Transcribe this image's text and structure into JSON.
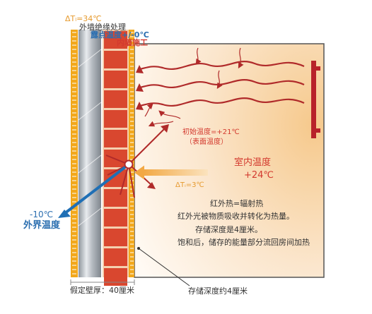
{
  "labels": {
    "delta_t_top": "ΔTₗ=34℃",
    "outer_insulation": "外墙绝缘处理",
    "dew_point": "露点温度+/-0℃",
    "inner_construction": "内墙施工",
    "initial_temp": "初始温度=+21℃",
    "surface_temp": "（表面温度）",
    "room_temp_label": "室内温度",
    "room_temp_value": "+24℃",
    "delta_t_inner": "ΔTᵢ=3℃",
    "outside_temp_value": "-10℃",
    "outside_temp_label": "外界温度",
    "infrared_heat": "红外热=辐射热",
    "absorb_text": "红外光被物质吸收并转化为热量。",
    "storage_depth": "存储深度是4厘米。",
    "saturation_text": "饱和后，储存的能量部分流回房间加热",
    "wall_thickness": "假定壁厚：40厘米",
    "storage_depth_approx": "存储深度约4厘米"
  },
  "colors": {
    "brick": "#d9472f",
    "mortar": "#f4d0b0",
    "insulation_orange": "#f2a81c",
    "glass_gray": "#a8adb3",
    "room_glow": "#f6cfa0",
    "heat_arrow": "#b02a2a",
    "cold_arrow": "#1f6fb5",
    "warm_arrow": "#f4c070",
    "heater_bar": "#b8222a",
    "label_red": "#d33a2f",
    "label_orange": "#e69a2e",
    "label_blue": "#2c6fb0",
    "text_dark": "#333333"
  },
  "icons": {
    "heater": "radiator-bar-icon",
    "heat_waves": "heat-wave-arrow-icon",
    "cold": "cold-flow-arrow-icon",
    "junction": "junction-point-icon"
  }
}
